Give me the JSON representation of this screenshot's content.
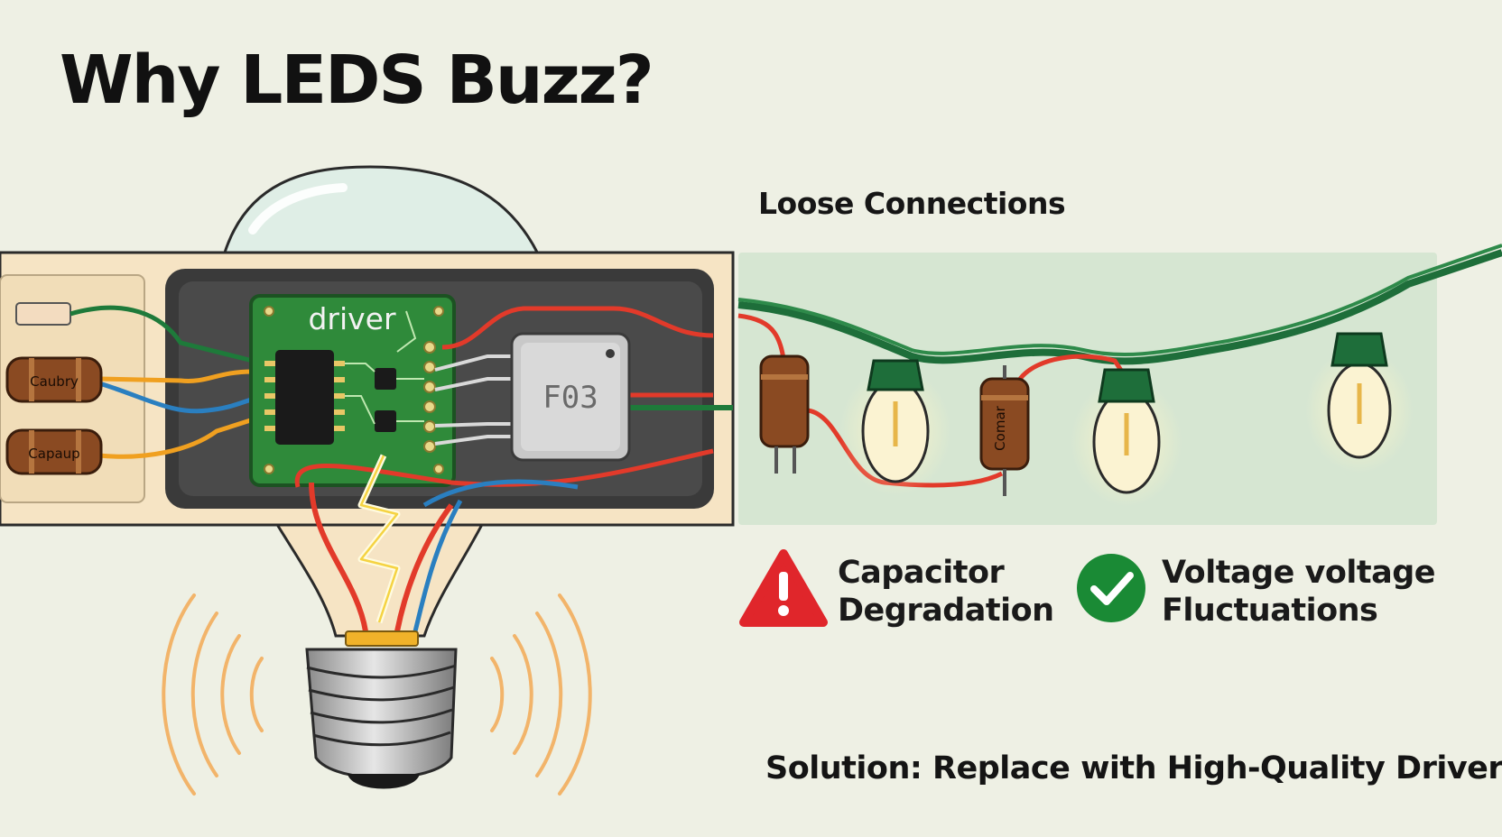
{
  "title": "Why LEDS Buzz?",
  "section_label": "Loose Connections",
  "driver_board": {
    "label": "driver",
    "chip_marking": "F03",
    "capacitor_top_label": "Caubry",
    "capacitor_bottom_label": "Capaup"
  },
  "string_capacitor_label": "Comar",
  "causes": [
    {
      "icon": "warning-icon",
      "color": "#e0262b",
      "line1": "Capacitor",
      "line2": "Degradation"
    },
    {
      "icon": "check-circle-icon",
      "color": "#1a8a35",
      "line1": "Voltage voltage",
      "line2": "Fluctuations"
    }
  ],
  "solution": "Solution: Replace with High-Quality Drivers",
  "colors": {
    "background": "#eef0e4",
    "panel": "#f6e4c4",
    "pcb": "#2f8a3a",
    "wire_red": "#e23a2a",
    "wire_green": "#1e7a3a",
    "wire_blue": "#2a7fc0",
    "wire_orange": "#f0a020",
    "string_panel": "#d6e6d2"
  }
}
